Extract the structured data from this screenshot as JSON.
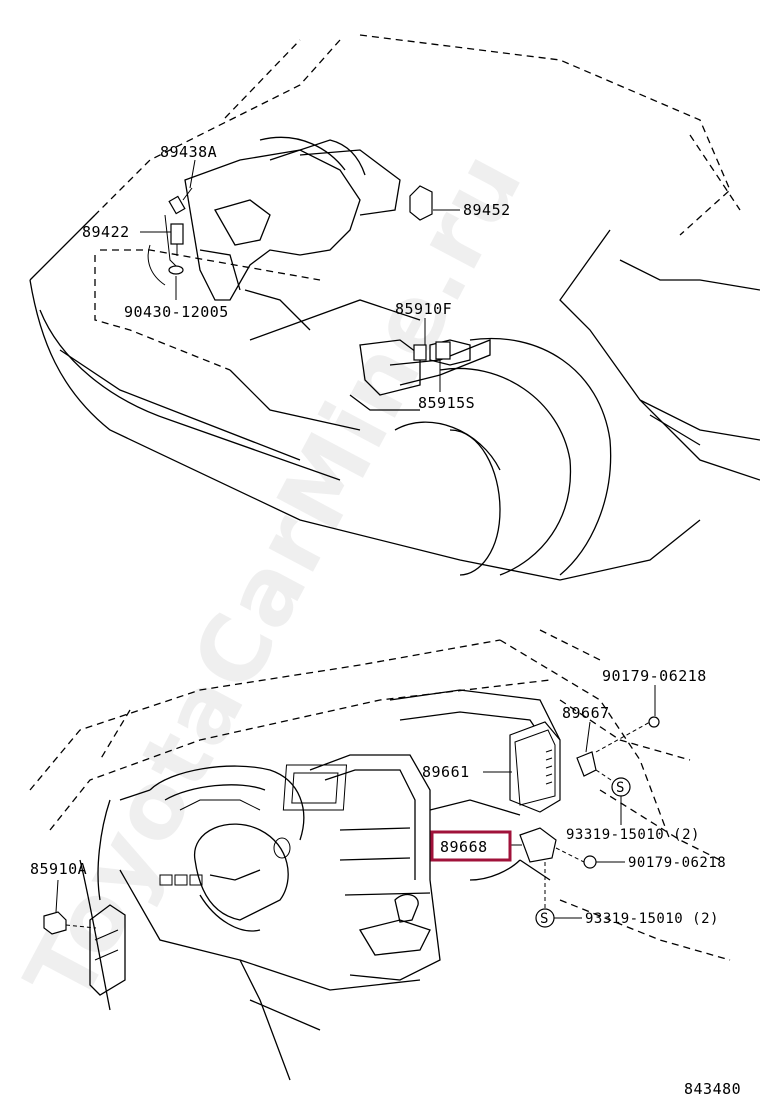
{
  "diagram_id": "843480",
  "watermark": "ToyotaCarMine.ru",
  "parts": [
    {
      "id": "89438A",
      "label": "89438A"
    },
    {
      "id": "89452",
      "label": "89452"
    },
    {
      "id": "89422",
      "label": "89422"
    },
    {
      "id": "90430-12005",
      "label": "90430-12005"
    },
    {
      "id": "85910F",
      "label": "85910F"
    },
    {
      "id": "85915S",
      "label": "85915S"
    },
    {
      "id": "90179-06218a",
      "label": "90179-06218"
    },
    {
      "id": "89667",
      "label": "89667"
    },
    {
      "id": "89661",
      "label": "89661"
    },
    {
      "id": "89668",
      "label": "89668",
      "highlighted": true
    },
    {
      "id": "93319-15010a",
      "label": "93319-15010 (2)"
    },
    {
      "id": "90179-06218b",
      "label": "90179-06218"
    },
    {
      "id": "85910A",
      "label": "85910A"
    },
    {
      "id": "93319-15010b",
      "label": "93319-15010 (2)"
    }
  ],
  "highlight_color": "#a0123a"
}
